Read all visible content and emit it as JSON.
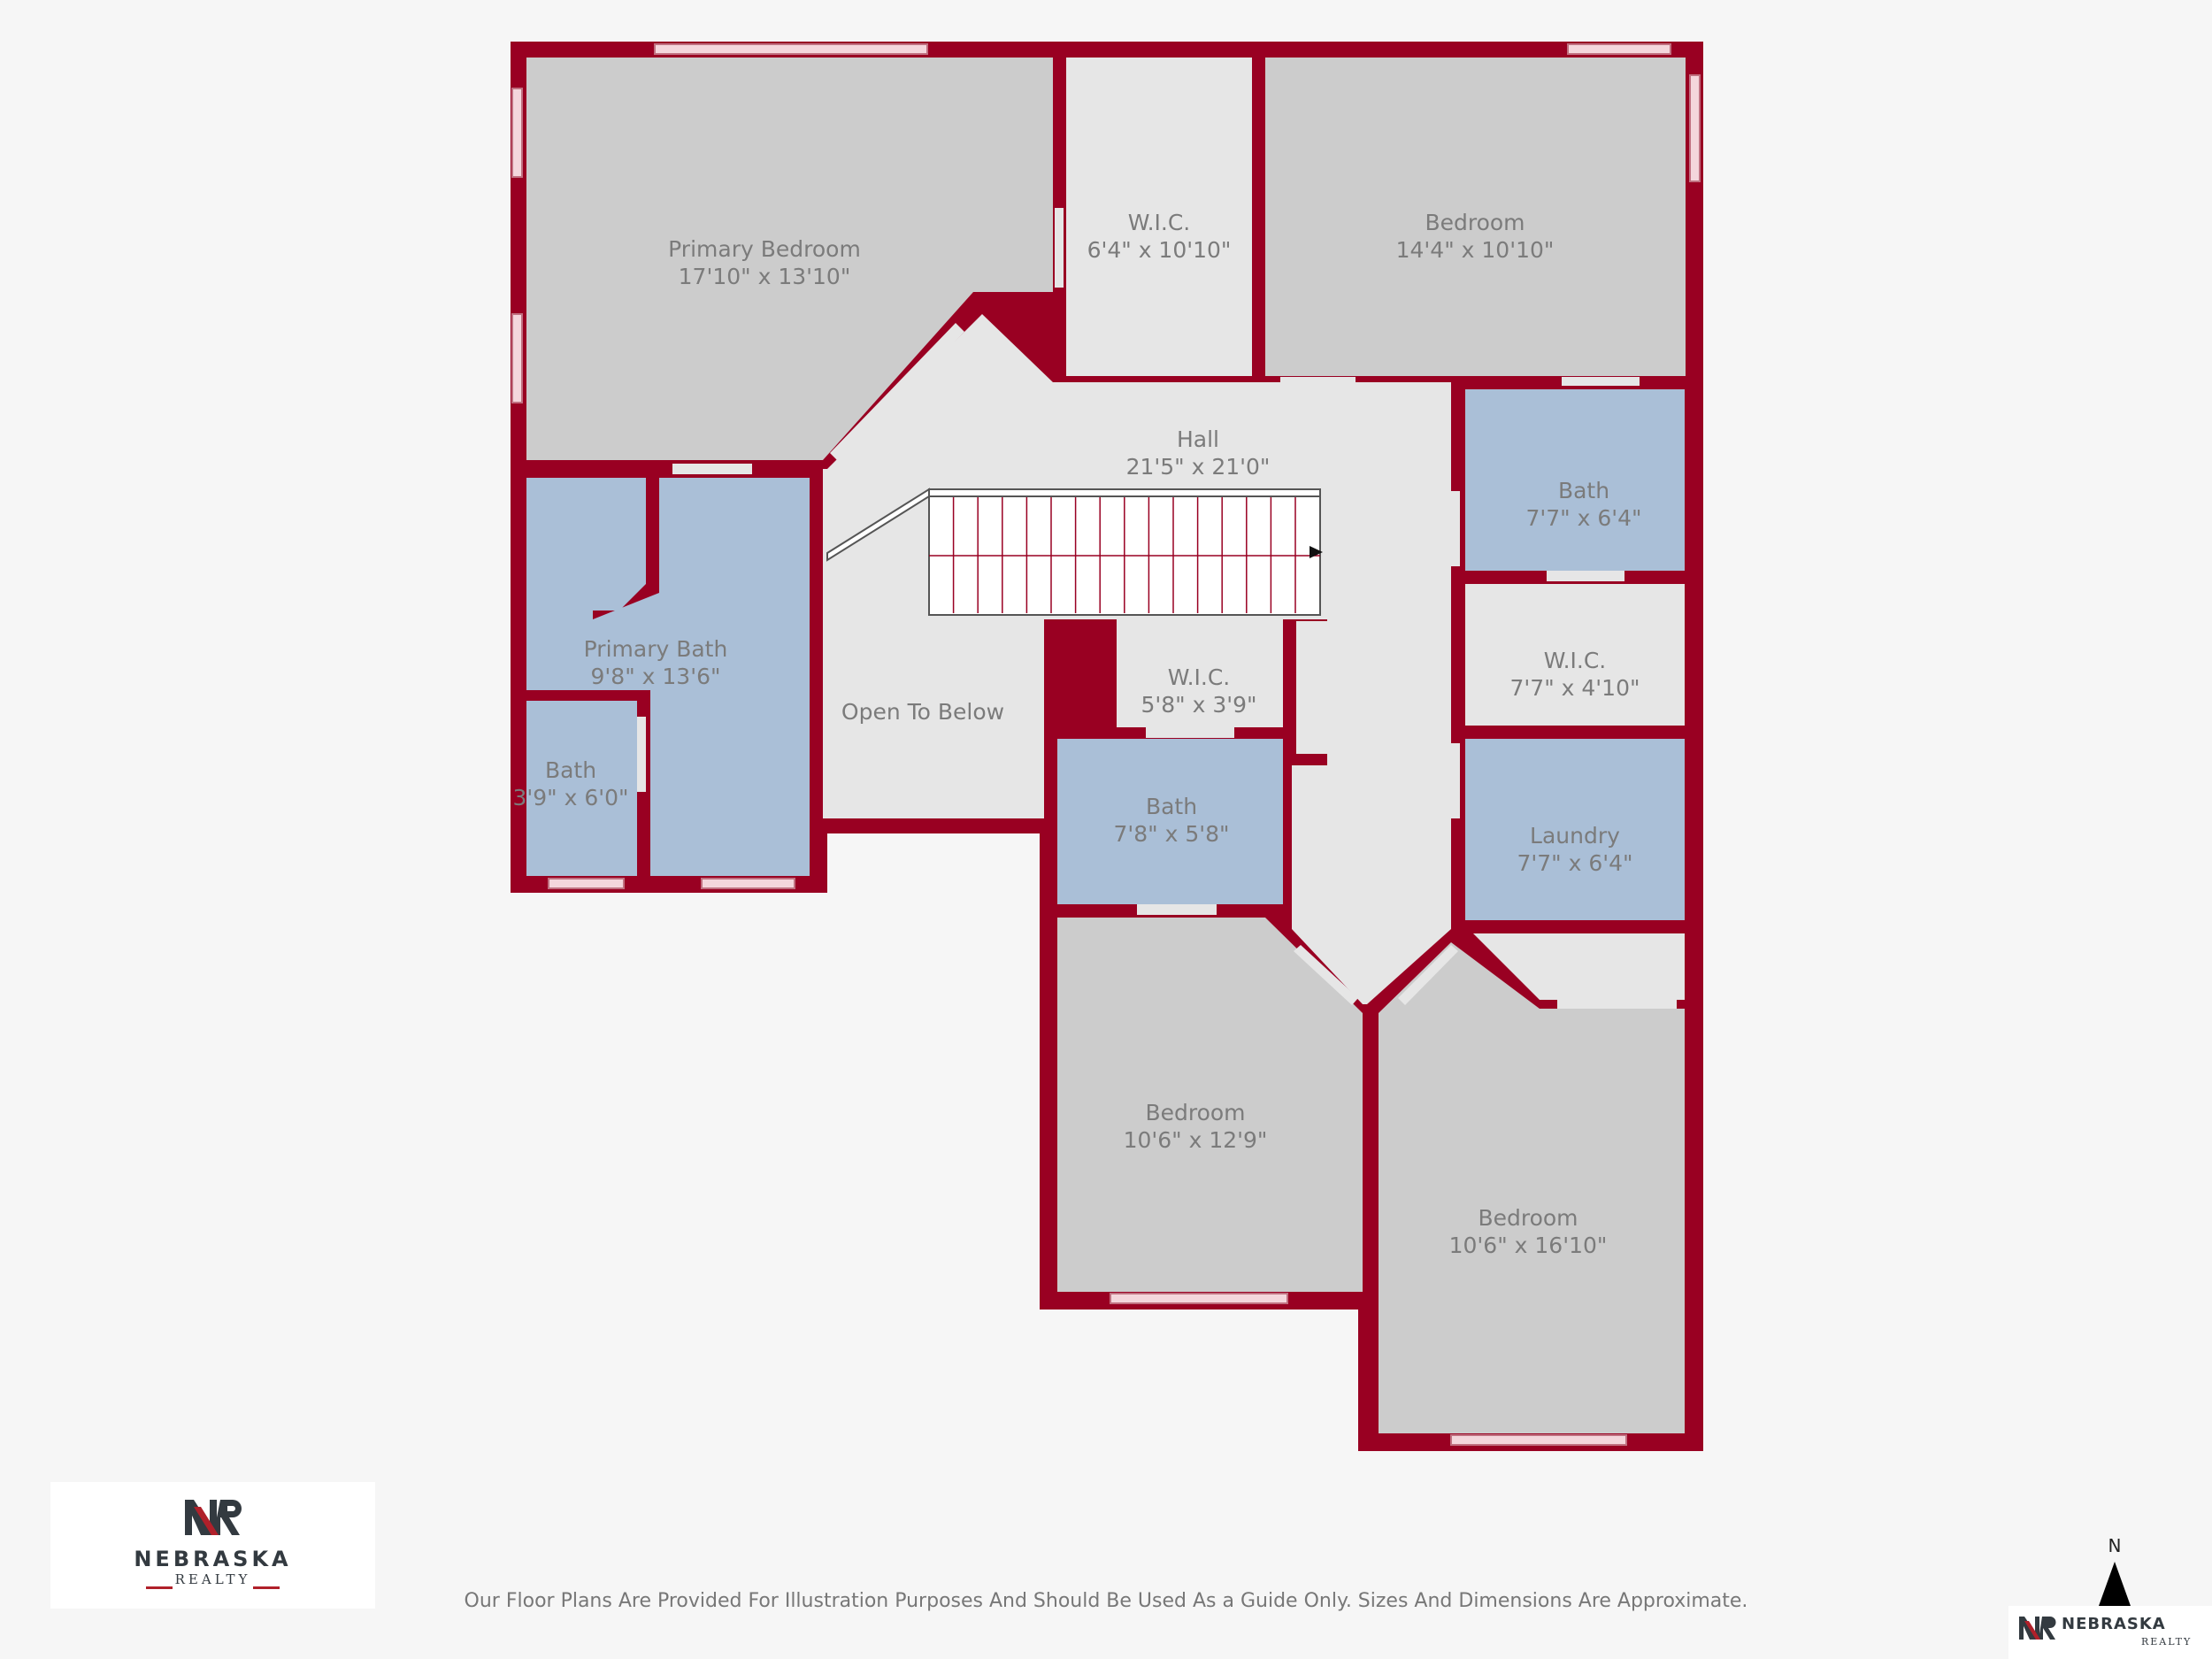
{
  "colors": {
    "background": "#f6f6f6",
    "wall": "#990022",
    "room_gray": "#cccccc",
    "room_light": "#e6e6e6",
    "room_blue": "#aabfd7",
    "label": "#7b7b7b"
  },
  "rooms": {
    "primary_bedroom": {
      "name": "Primary Bedroom",
      "dims": "17'10\" x 13'10\""
    },
    "wic_top": {
      "name": "W.I.C.",
      "dims": "6'4\" x 10'10\""
    },
    "bedroom_top": {
      "name": "Bedroom",
      "dims": "14'4\" x 10'10\""
    },
    "hall": {
      "name": "Hall",
      "dims": "21'5\" x 21'0\""
    },
    "bath_right": {
      "name": "Bath",
      "dims": "7'7\" x 6'4\""
    },
    "primary_bath": {
      "name": "Primary Bath",
      "dims": "9'8\" x 13'6\""
    },
    "open_below": {
      "name": "Open To Below"
    },
    "wic_center": {
      "name": "W.I.C.",
      "dims": "5'8\" x 3'9\""
    },
    "wic_right": {
      "name": "W.I.C.",
      "dims": "7'7\" x 4'10\""
    },
    "bath_small": {
      "name": "Bath",
      "dims": "3'9\" x 6'0\""
    },
    "bath_center": {
      "name": "Bath",
      "dims": "7'8\" x 5'8\""
    },
    "laundry": {
      "name": "Laundry",
      "dims": "7'7\" x 6'4\""
    },
    "bedroom_bl": {
      "name": "Bedroom",
      "dims": "10'6\" x 12'9\""
    },
    "bedroom_br": {
      "name": "Bedroom",
      "dims": "10'6\" x 16'10\""
    }
  },
  "branding": {
    "name": "NEBRASKA",
    "sub": "REALTY",
    "logo_icon": "nr-monogram-icon"
  },
  "disclaimer": "Our Floor Plans Are Provided For Illustration Purposes And Should Be Used As a Guide Only. Sizes And Dimensions Are Approximate.",
  "compass": {
    "letter": "N",
    "icon": "north-arrow-icon"
  }
}
